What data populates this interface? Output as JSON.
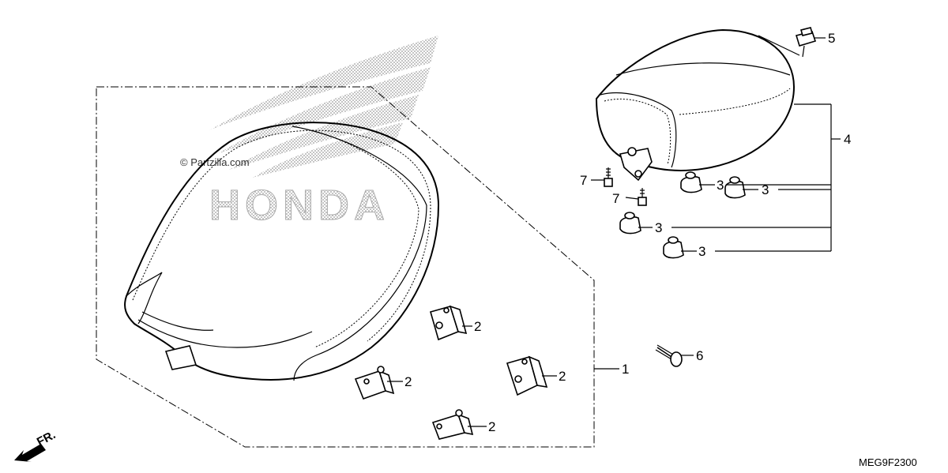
{
  "watermark": {
    "copyright": "© Partzilla.com",
    "brand": "HONDA"
  },
  "diagram_code": "MEG9F2300",
  "front_indicator": "FR.",
  "callouts": {
    "c1": "1",
    "c2a": "2",
    "c2b": "2",
    "c2c": "2",
    "c2d": "2",
    "c3a": "3",
    "c3b": "3",
    "c3c": "3",
    "c3d": "3",
    "c4": "4",
    "c5": "5",
    "c6": "6",
    "c7a": "7",
    "c7b": "7"
  }
}
